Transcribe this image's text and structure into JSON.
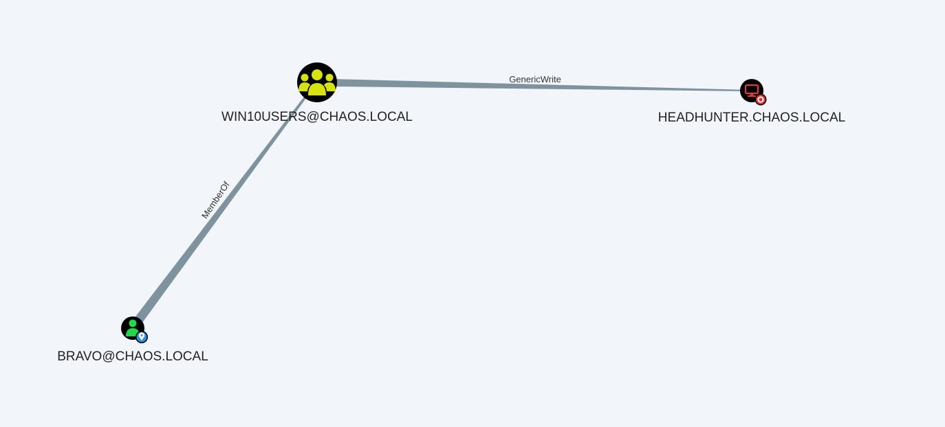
{
  "colors": {
    "background": "#f2f5fa",
    "edge": "#7f939f",
    "node_fill": "#000000",
    "group_icon": "#d6e30f",
    "user_icon": "#26d64a",
    "computer_icon": "#e23b3b",
    "owned_badge": "#2e8ee0",
    "target_badge": "#e03030"
  },
  "nodes": {
    "group": {
      "label": "WIN10USERS@CHAOS.LOCAL",
      "icon": "users-icon"
    },
    "computer": {
      "label": "HEADHUNTER.CHAOS.LOCAL",
      "icon": "monitor-icon",
      "badge": "target-icon"
    },
    "user": {
      "label": "BRAVO@CHAOS.LOCAL",
      "icon": "user-icon",
      "badge": "location-pin-icon"
    }
  },
  "edges": {
    "member_of": {
      "label": "MemberOf",
      "from": "user",
      "to": "group"
    },
    "generic_write": {
      "label": "GenericWrite",
      "from": "group",
      "to": "computer"
    }
  }
}
